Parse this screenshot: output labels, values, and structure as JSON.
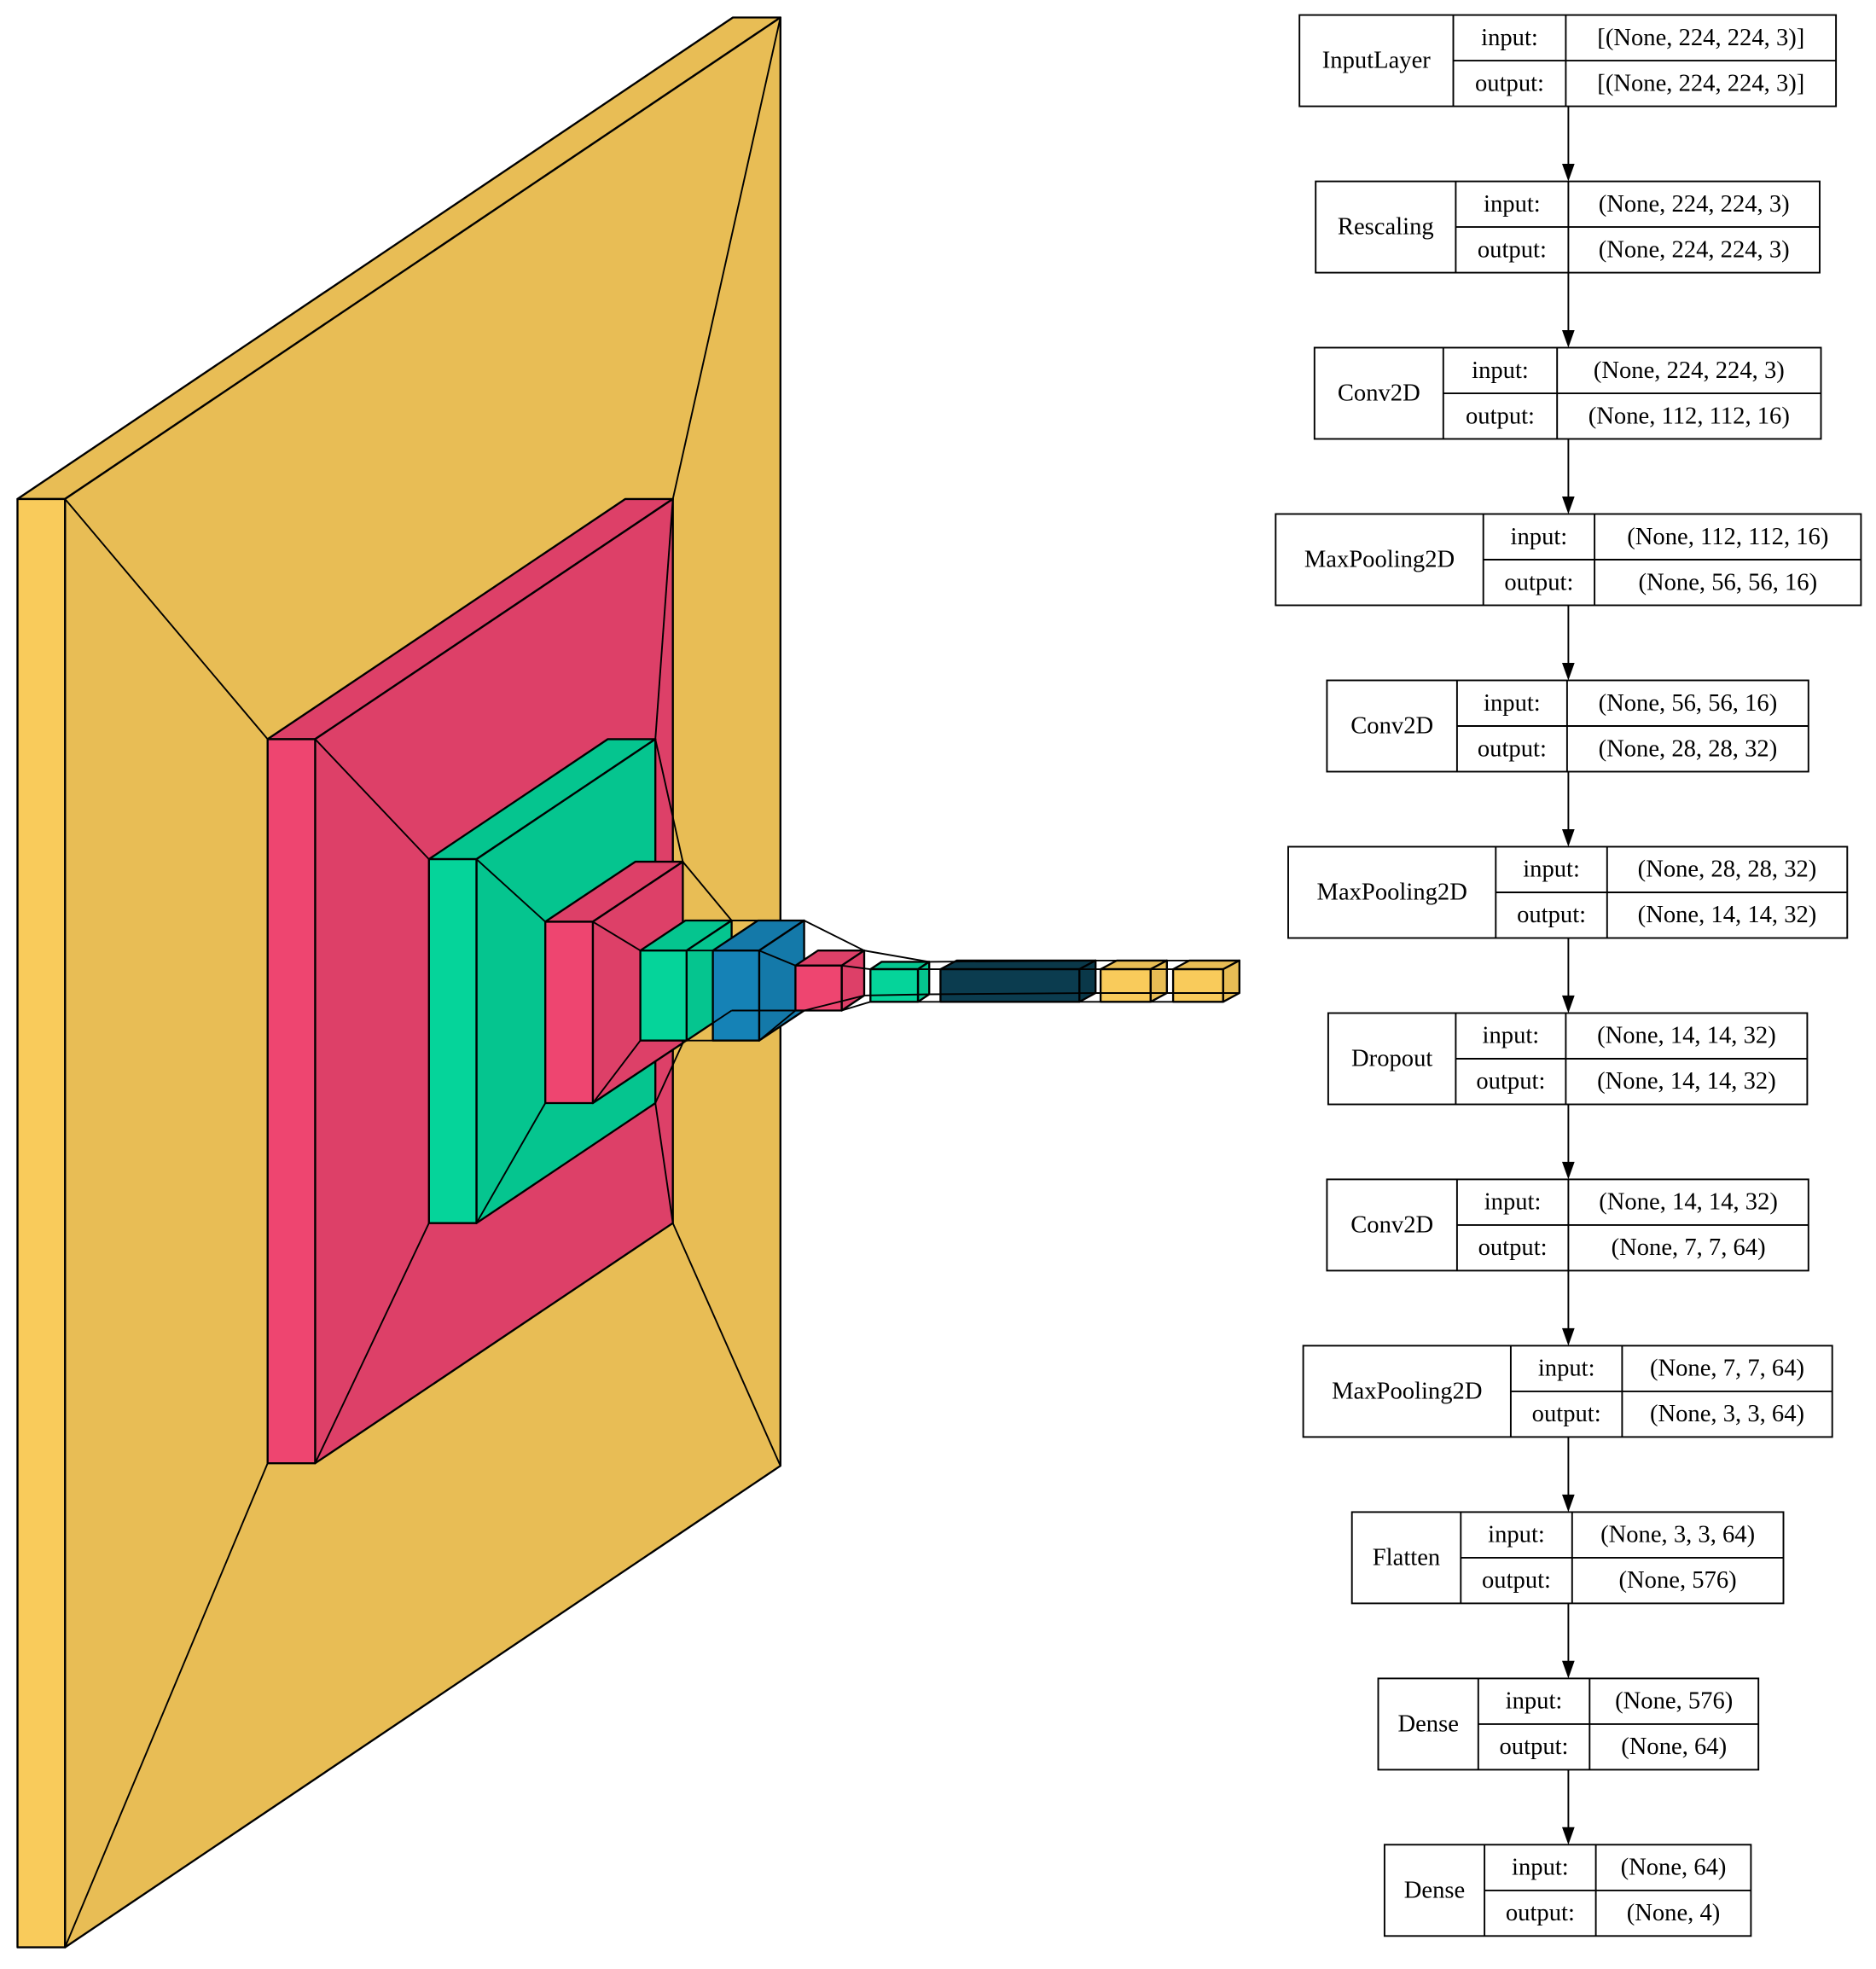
{
  "colors": {
    "input_layer": "#F9CB5B",
    "rescaling": "#F9CB5B",
    "conv2d": "#EE4570",
    "maxpooling2d": "#05D49A",
    "dropout": "#1582B6",
    "flatten": "#0B3C4F",
    "dense": "#F9CB5B",
    "diagram_line": "#000000",
    "box_border": "#000000",
    "background": "#FFFFFF"
  },
  "visual_layers": [
    {
      "type": "InputLayer",
      "color_key": "input_layer"
    },
    {
      "type": "Conv2D",
      "color_key": "conv2d"
    },
    {
      "type": "MaxPooling2D",
      "color_key": "maxpooling2d"
    },
    {
      "type": "Conv2D",
      "color_key": "conv2d"
    },
    {
      "type": "MaxPooling2D",
      "color_key": "maxpooling2d"
    },
    {
      "type": "Dropout",
      "color_key": "dropout"
    },
    {
      "type": "Conv2D",
      "color_key": "conv2d"
    },
    {
      "type": "MaxPooling2D",
      "color_key": "maxpooling2d"
    },
    {
      "type": "Flatten",
      "color_key": "flatten"
    },
    {
      "type": "Dense",
      "color_key": "dense"
    },
    {
      "type": "Dense",
      "color_key": "dense"
    }
  ],
  "labels": {
    "input": "input:",
    "output": "output:"
  },
  "model_layers": [
    {
      "name": "InputLayer",
      "input": "[(None, 224, 224, 3)]",
      "output": "[(None, 224, 224, 3)]"
    },
    {
      "name": "Rescaling",
      "input": "(None, 224, 224, 3)",
      "output": "(None, 224, 224, 3)"
    },
    {
      "name": "Conv2D",
      "input": "(None, 224, 224, 3)",
      "output": "(None, 112, 112, 16)"
    },
    {
      "name": "MaxPooling2D",
      "input": "(None, 112, 112, 16)",
      "output": "(None, 56, 56, 16)"
    },
    {
      "name": "Conv2D",
      "input": "(None, 56, 56, 16)",
      "output": "(None, 28, 28, 32)"
    },
    {
      "name": "MaxPooling2D",
      "input": "(None, 28, 28, 32)",
      "output": "(None, 14, 14, 32)"
    },
    {
      "name": "Dropout",
      "input": "(None, 14, 14, 32)",
      "output": "(None, 14, 14, 32)"
    },
    {
      "name": "Conv2D",
      "input": "(None, 14, 14, 32)",
      "output": "(None, 7, 7, 64)"
    },
    {
      "name": "MaxPooling2D",
      "input": "(None, 7, 7, 64)",
      "output": "(None, 3, 3, 64)"
    },
    {
      "name": "Flatten",
      "input": "(None, 3, 3, 64)",
      "output": "(None, 576)"
    },
    {
      "name": "Dense",
      "input": "(None, 576)",
      "output": "(None, 64)"
    },
    {
      "name": "Dense",
      "input": "(None, 64)",
      "output": "(None, 4)"
    }
  ]
}
